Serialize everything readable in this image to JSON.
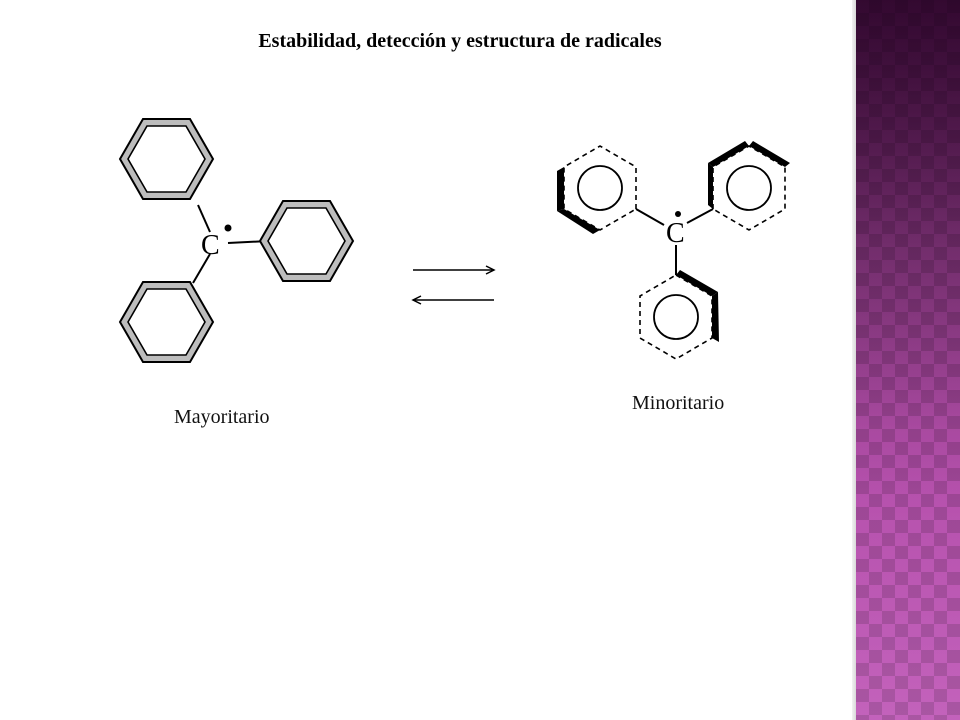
{
  "slide": {
    "title": "Estabilidad, detección y estructura de radicales"
  },
  "molecules": {
    "major": {
      "atom_label": "C",
      "caption": "Mayoritario"
    },
    "minor": {
      "atom_label": "C",
      "caption": "Minoritario"
    }
  },
  "colors": {
    "side_panel": "#8a3a82",
    "ink": "#000000",
    "ring_fill": "#bfbfbf"
  }
}
